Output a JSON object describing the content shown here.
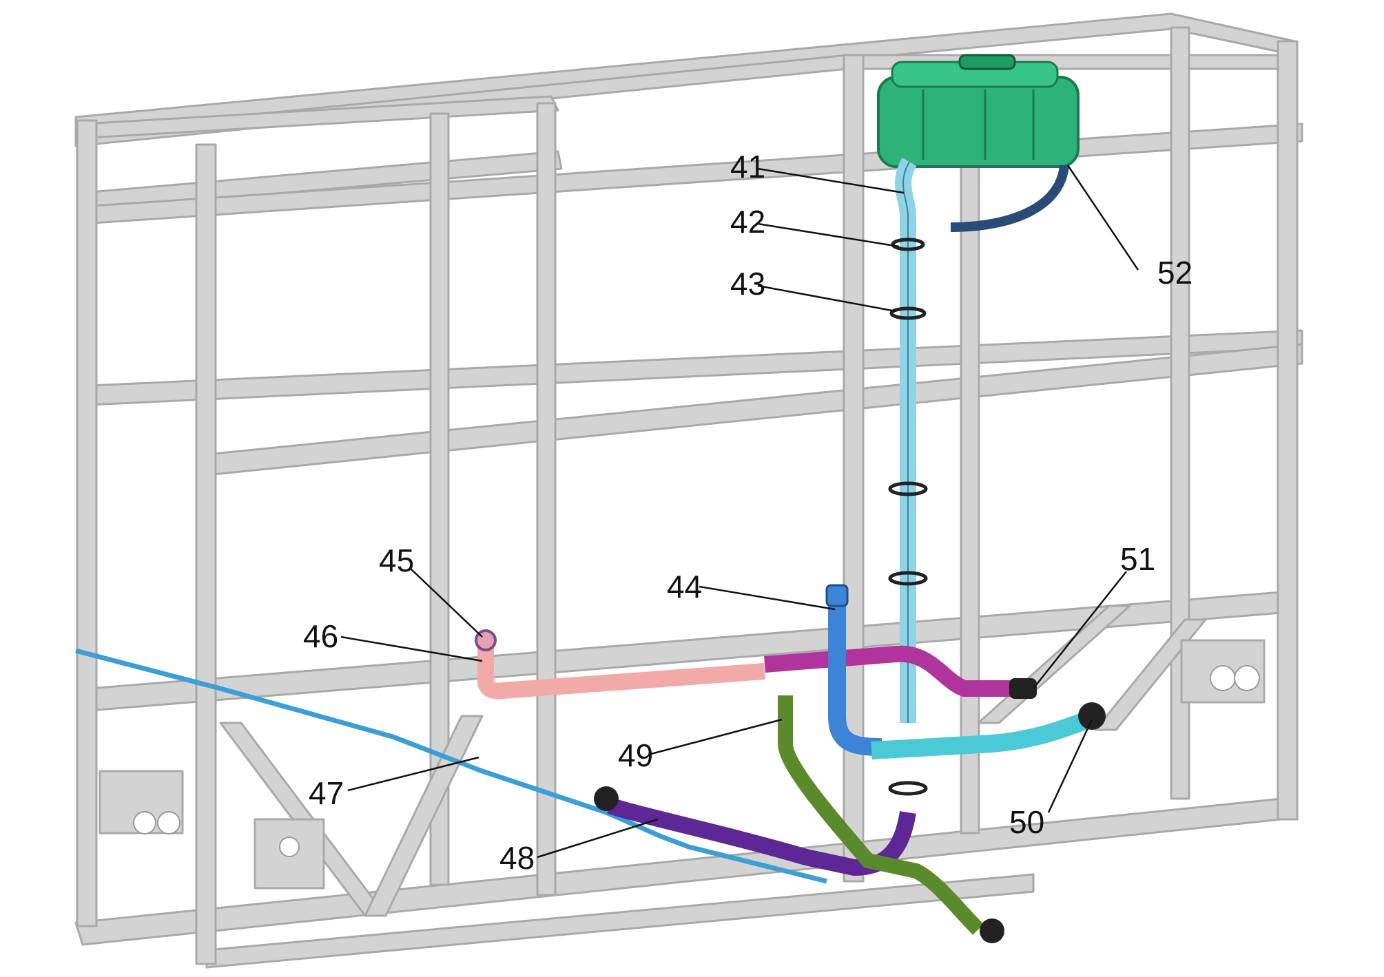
{
  "figure": {
    "background": "#ffffff",
    "frame_color": "#d3d3d3",
    "frame_edge": "#a9a9a9"
  },
  "components": [
    {
      "id": "tank",
      "color": "#2db37a"
    },
    {
      "id": "upper-hose",
      "color": "#8fd3e6"
    },
    {
      "id": "riser-hose",
      "color": "#8fd3e6"
    },
    {
      "id": "blue-pipe",
      "color": "#3c84d6"
    },
    {
      "id": "pink-pipe",
      "color": "#f2aaa8"
    },
    {
      "id": "magenta-pipe",
      "color": "#b0349b"
    },
    {
      "id": "cyan-pipe",
      "color": "#4cc9d6"
    },
    {
      "id": "purple-pipe",
      "color": "#5e2796"
    },
    {
      "id": "green-pipe",
      "color": "#5b8a2c"
    },
    {
      "id": "thin-line",
      "color": "#3c9ed6"
    }
  ],
  "callouts": [
    {
      "id": "c41",
      "label": "41"
    },
    {
      "id": "c42",
      "label": "42"
    },
    {
      "id": "c43",
      "label": "43"
    },
    {
      "id": "c44",
      "label": "44"
    },
    {
      "id": "c45",
      "label": "45"
    },
    {
      "id": "c46",
      "label": "46"
    },
    {
      "id": "c47",
      "label": "47"
    },
    {
      "id": "c48",
      "label": "48"
    },
    {
      "id": "c49",
      "label": "49"
    },
    {
      "id": "c50",
      "label": "50"
    },
    {
      "id": "c51",
      "label": "51"
    },
    {
      "id": "c52",
      "label": "52"
    }
  ]
}
